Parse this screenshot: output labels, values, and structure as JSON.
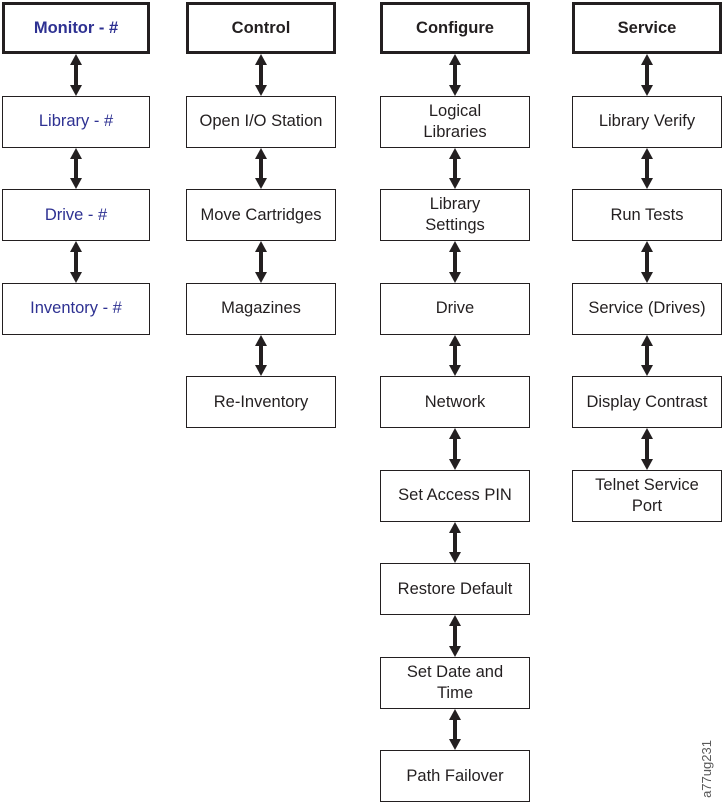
{
  "figure": {
    "id_label": "a77ug231",
    "colors": {
      "background": "#ffffff",
      "ink": "#231f20",
      "monitor_text": "#2e3192",
      "default_text": "#231f20",
      "figure_id_text": "#595959"
    }
  },
  "columns": [
    {
      "id": "monitor",
      "header": "Monitor - #",
      "text_color": "#2e3192",
      "items": [
        "Library - #",
        "Drive - #",
        "Inventory - #"
      ]
    },
    {
      "id": "control",
      "header": "Control",
      "text_color": "#231f20",
      "items": [
        "Open I/O Station",
        "Move Cartridges",
        "Magazines",
        "Re-Inventory"
      ]
    },
    {
      "id": "configure",
      "header": "Configure",
      "text_color": "#231f20",
      "items": [
        "Logical\nLibraries",
        "Library\nSettings",
        "Drive",
        "Network",
        "Set Access PIN",
        "Restore Default",
        "Set Date and\nTime",
        "Path Failover"
      ]
    },
    {
      "id": "service",
      "header": "Service",
      "text_color": "#231f20",
      "items": [
        "Library Verify",
        "Run Tests",
        "Service (Drives)",
        "Display Contrast",
        "Telnet Service\nPort"
      ]
    }
  ]
}
